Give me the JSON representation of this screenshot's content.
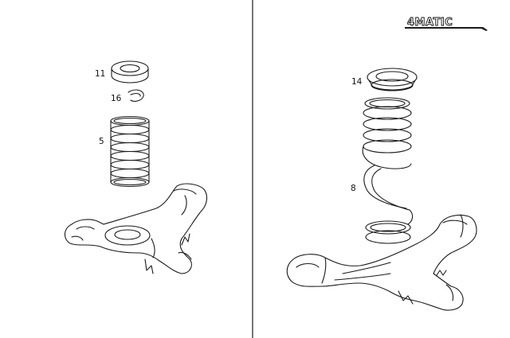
{
  "badge": {
    "text": "4MATIC"
  },
  "labels": {
    "p11": "11",
    "p16": "16",
    "p5": "5",
    "p14": "14",
    "p8": "8"
  },
  "colors": {
    "ink": "#1a1a1a",
    "background": "#ffffff"
  }
}
